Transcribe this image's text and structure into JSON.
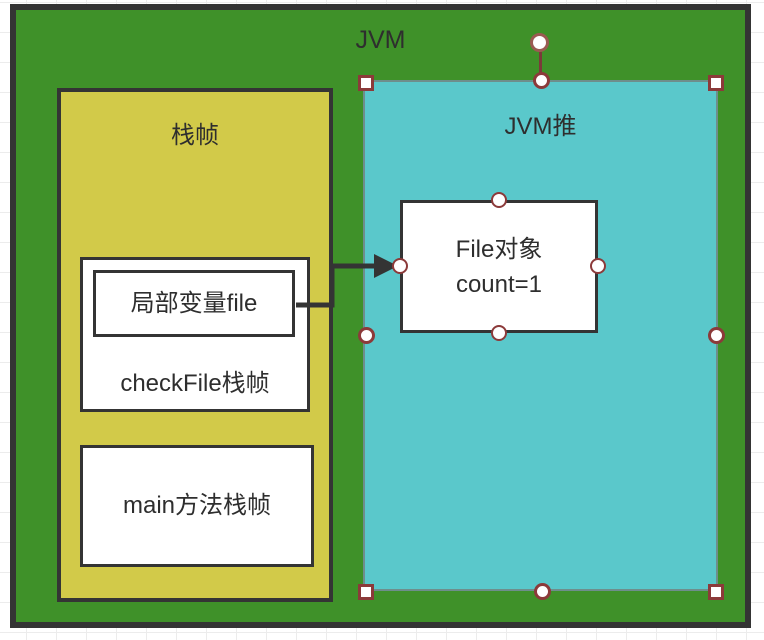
{
  "canvas": {
    "background": "#ffffff",
    "grid_color": "#ececec"
  },
  "colors": {
    "jvm_fill": "#3f9129",
    "stack_fill": "#d2ca49",
    "heap_fill": "#5ac8cb",
    "shape_stroke": "#343434",
    "white_fill": "#ffffff",
    "handle_fill": "#ffffff",
    "handle_stroke": "#8c3a3a",
    "text": "#2e2e2e"
  },
  "shapes": {
    "jvm": {
      "label": "JVM"
    },
    "stack": {
      "label": "栈帧"
    },
    "heap": {
      "label": "JVM推"
    },
    "check_file_frame": {
      "label": "checkFile栈帧"
    },
    "local_variable": {
      "label": "局部变量file"
    },
    "main_frame": {
      "label": "main方法栈帧"
    },
    "file_object": {
      "lines": [
        "File对象",
        "count=1"
      ]
    }
  },
  "selection": {
    "selected_shape": "JVM推",
    "handles": [
      "rotation",
      "top-left",
      "top-right",
      "bottom-left",
      "bottom-right",
      "top-middle",
      "bottom-middle",
      "left-middle",
      "right-middle"
    ]
  }
}
